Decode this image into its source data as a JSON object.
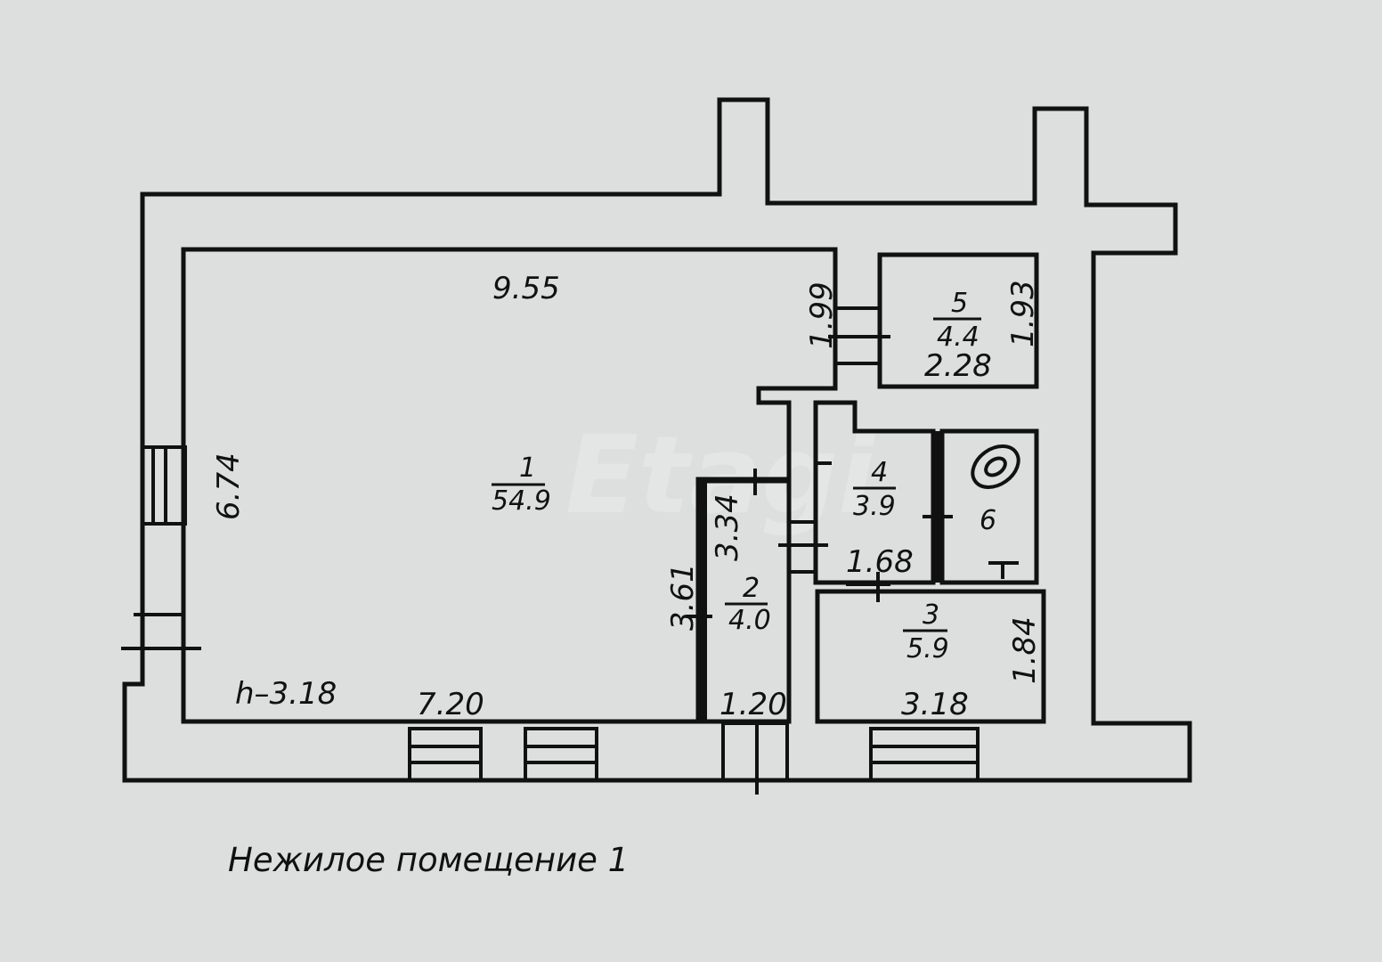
{
  "watermark": "Etagi",
  "caption": "Нежилое помещение 1",
  "height_label": "h–3.18",
  "rooms": [
    {
      "number": "1",
      "area": "54.9"
    },
    {
      "number": "2",
      "area": "4.0"
    },
    {
      "number": "3",
      "area": "5.9"
    },
    {
      "number": "4",
      "area": "3.9"
    },
    {
      "number": "5",
      "area": "4.4"
    },
    {
      "number": "6"
    }
  ],
  "dimensions": {
    "room1_top": "9.55",
    "room1_side": "6.74",
    "room1_bottom": "7.20",
    "room2_side": "3.61",
    "room2_top_side": "3.34",
    "room2_bottom": "1.20",
    "room3_side": "1.84",
    "room3_bottom": "3.18",
    "room4_bottom": "1.68",
    "room5_left": "1.99",
    "room5_right": "1.93",
    "room5_bottom": "2.28"
  }
}
